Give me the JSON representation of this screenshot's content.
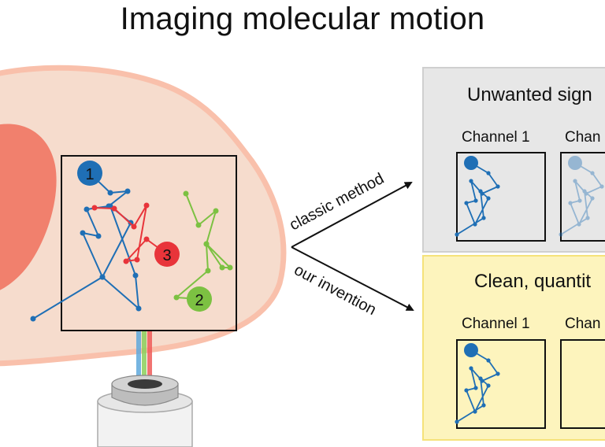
{
  "title": "Imaging molecular motion",
  "arrows": {
    "top_label": "classic method",
    "bottom_label": "our invention"
  },
  "panel_top": {
    "heading": "Unwanted sign",
    "channel_1": "Channel 1",
    "channel_2": "Chan"
  },
  "panel_bottom": {
    "heading": "Clean, quantit",
    "channel_1": "Channel 1",
    "channel_2": "Chan"
  },
  "molecules": [
    {
      "label": "1",
      "color": "#1f6fb5"
    },
    {
      "label": "2",
      "color": "#7cc142"
    },
    {
      "label": "3",
      "color": "#e8343a"
    }
  ],
  "colors": {
    "cell_outer": "#f9c9b5",
    "cell_inner": "#f6dccd",
    "nucleus": "#f1806d",
    "panel_top_bg": "#e7e7e7",
    "panel_bottom_bg": "#fdf4bd",
    "panel_bottom_border": "#f5e27a"
  }
}
